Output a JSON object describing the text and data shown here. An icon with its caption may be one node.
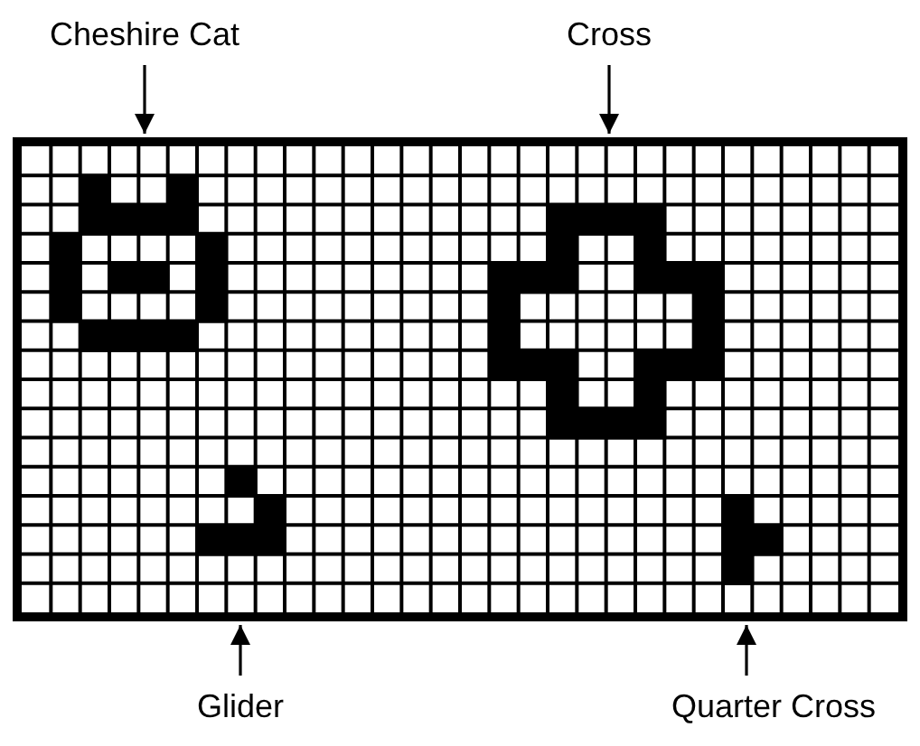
{
  "diagram": {
    "nodes": [
      {
        "text": [],
        "shape": "box"
      },
      {
        "text": [
          "Cheshire Cat"
        ]
      },
      {
        "text": [
          "Cross"
        ]
      },
      {
        "text": [
          "Glider"
        ]
      },
      {
        "text": [
          "Quarter Cross"
        ]
      }
    ],
    "edges": [
      {
        "from": 1,
        "to": 0,
        "arrow": "to"
      },
      {
        "from": 2,
        "to": 0,
        "arrow": "to"
      },
      {
        "from": 3,
        "to": 0,
        "arrow": "to"
      },
      {
        "from": 4,
        "to": 0,
        "arrow": "to"
      }
    ]
  }
}
